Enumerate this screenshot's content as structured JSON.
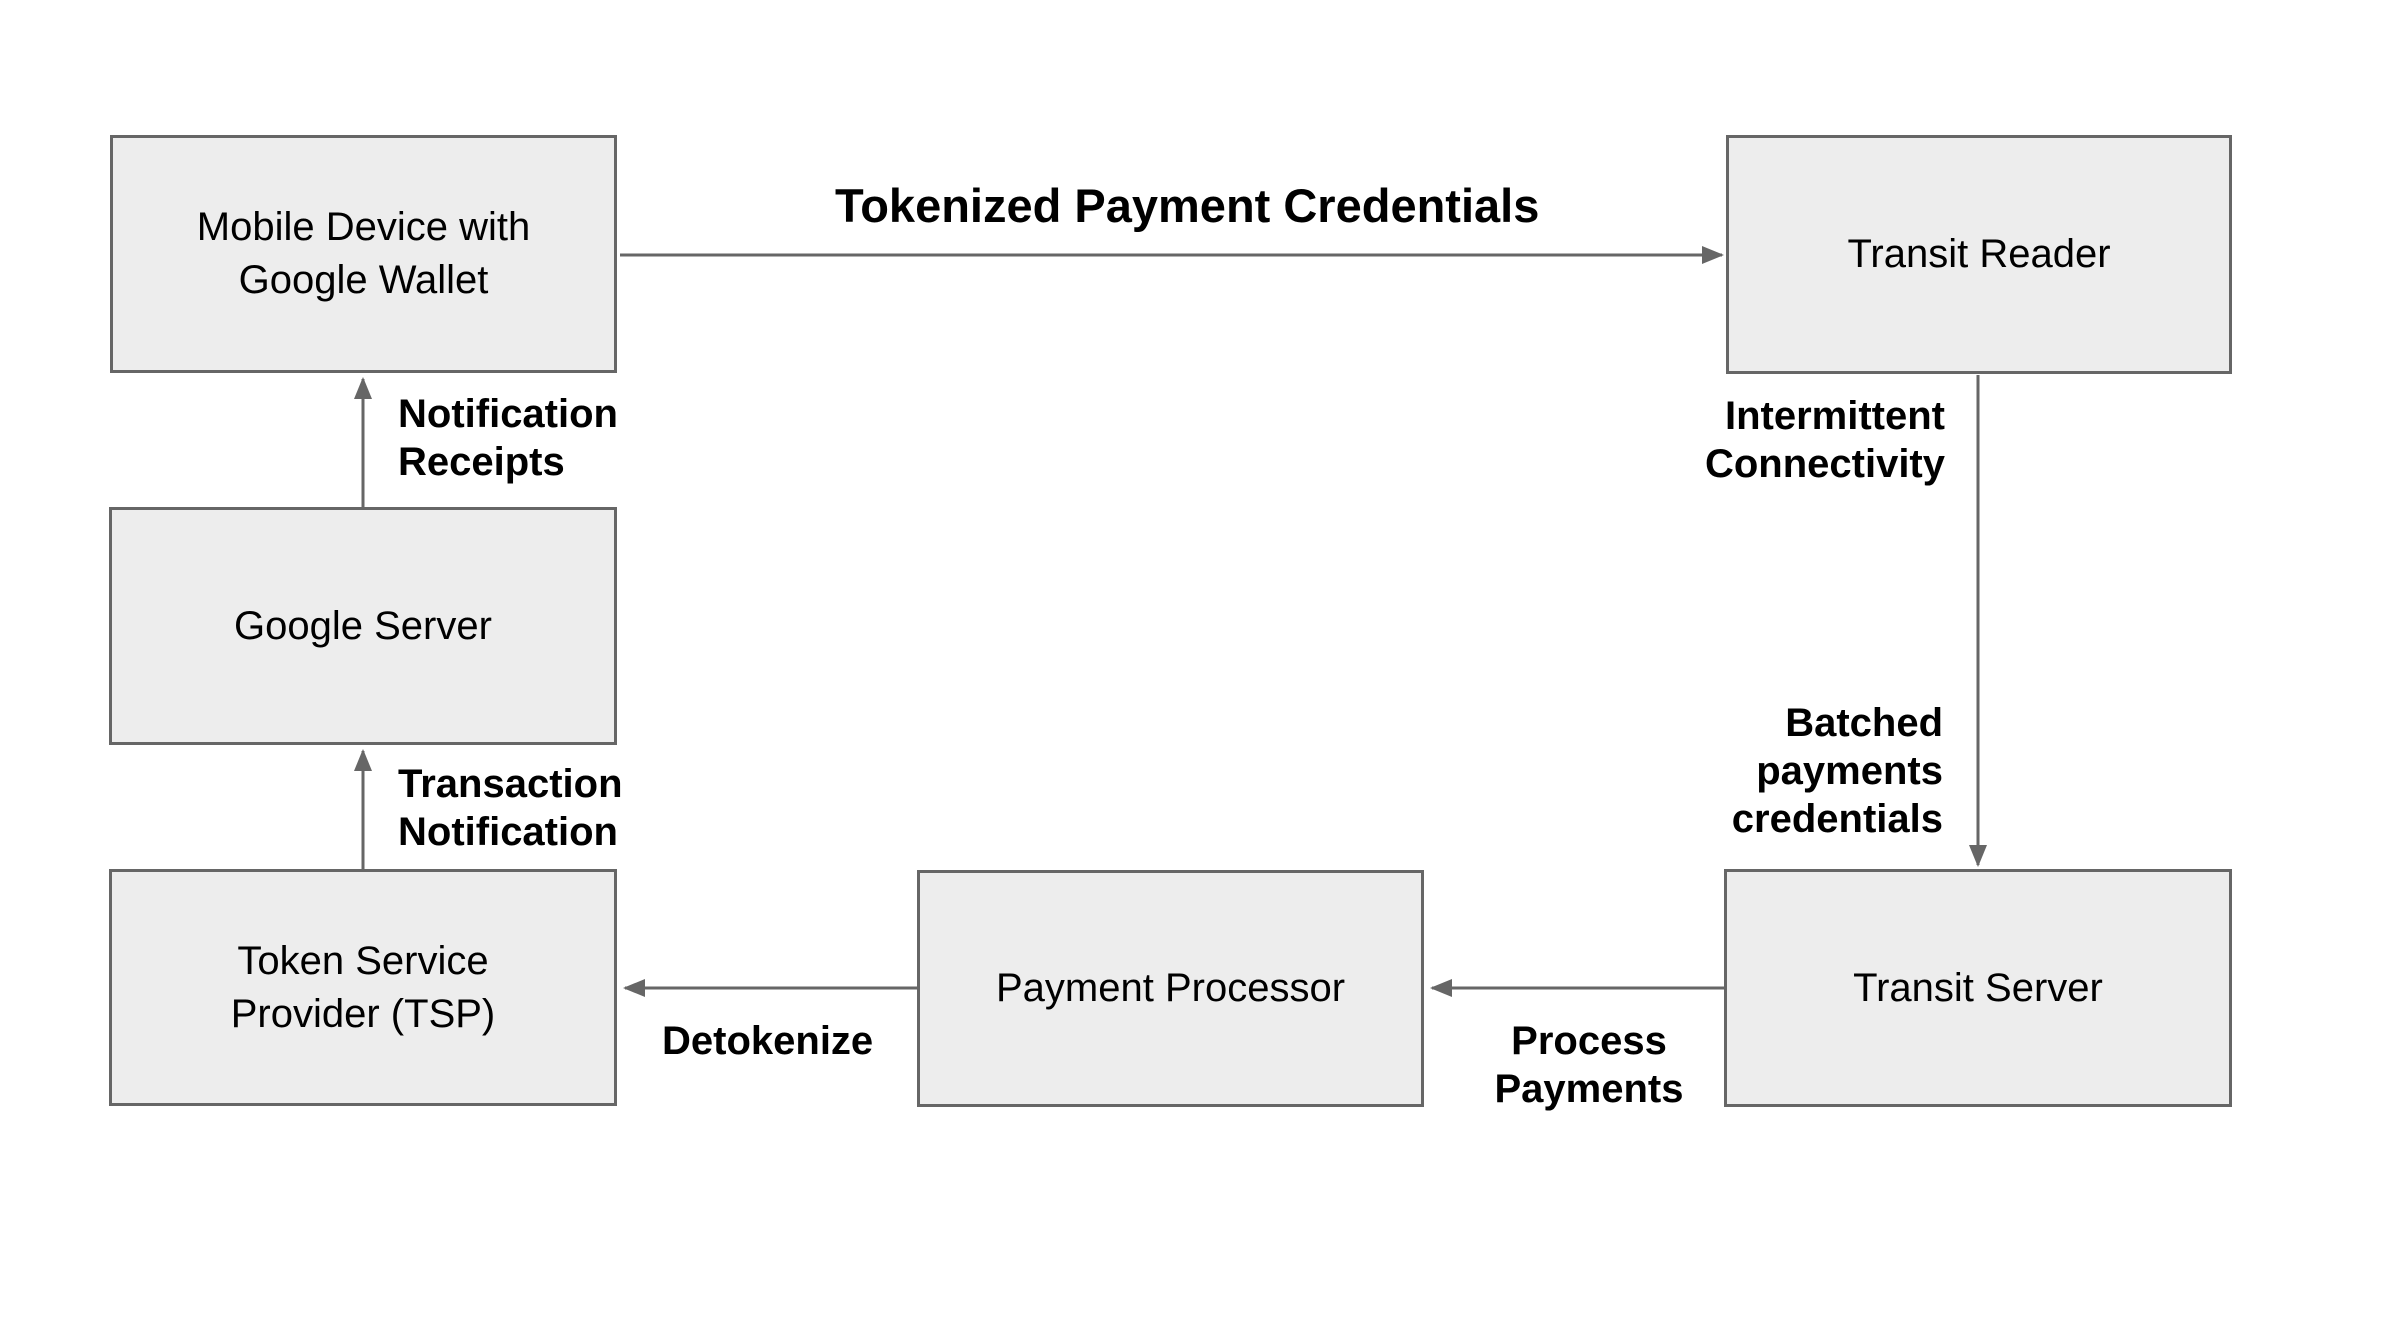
{
  "colors": {
    "background": "#ffffff",
    "box_fill": "#ededed",
    "box_border": "#666666",
    "arrow": "#666666",
    "label_text": "#000000"
  },
  "nodes": [
    {
      "id": "mobile-device-google-wallet",
      "lines": [
        "Mobile Device with",
        "Google Wallet"
      ]
    },
    {
      "id": "transit-reader",
      "lines": [
        "Transit Reader"
      ]
    },
    {
      "id": "google-server",
      "lines": [
        "Google Server"
      ]
    },
    {
      "id": "token-service-provider",
      "lines": [
        "Token Service",
        "Provider (TSP)"
      ]
    },
    {
      "id": "payment-processor",
      "lines": [
        "Payment Processor"
      ]
    },
    {
      "id": "transit-server",
      "lines": [
        "Transit Server"
      ]
    }
  ],
  "edge_labels": [
    {
      "id": "tokenized-payment-credentials",
      "lines": [
        "Tokenized Payment Credentials"
      ]
    },
    {
      "id": "notification-receipts",
      "lines": [
        "Notification",
        "Receipts"
      ]
    },
    {
      "id": "transaction-notification",
      "lines": [
        "Transaction",
        "Notification"
      ]
    },
    {
      "id": "intermittent-connectivity",
      "lines": [
        "Intermittent",
        "Connectivity"
      ]
    },
    {
      "id": "batched-payments-credentials",
      "lines": [
        "Batched",
        "payments",
        "credentials"
      ]
    },
    {
      "id": "detokenize",
      "lines": [
        "Detokenize"
      ]
    },
    {
      "id": "process-payments",
      "lines": [
        "Process",
        "Payments"
      ]
    }
  ],
  "edges": [
    {
      "from": "mobile-device-google-wallet",
      "to": "transit-reader",
      "label": "Tokenized Payment Credentials"
    },
    {
      "from": "google-server",
      "to": "mobile-device-google-wallet",
      "label": "Notification Receipts"
    },
    {
      "from": "token-service-provider",
      "to": "google-server",
      "label": "Transaction Notification"
    },
    {
      "from": "transit-reader",
      "to": "transit-server",
      "label": "Intermittent Connectivity, Batched payments credentials"
    },
    {
      "from": "transit-server",
      "to": "payment-processor",
      "label": "Process Payments"
    },
    {
      "from": "payment-processor",
      "to": "token-service-provider",
      "label": "Detokenize"
    }
  ]
}
